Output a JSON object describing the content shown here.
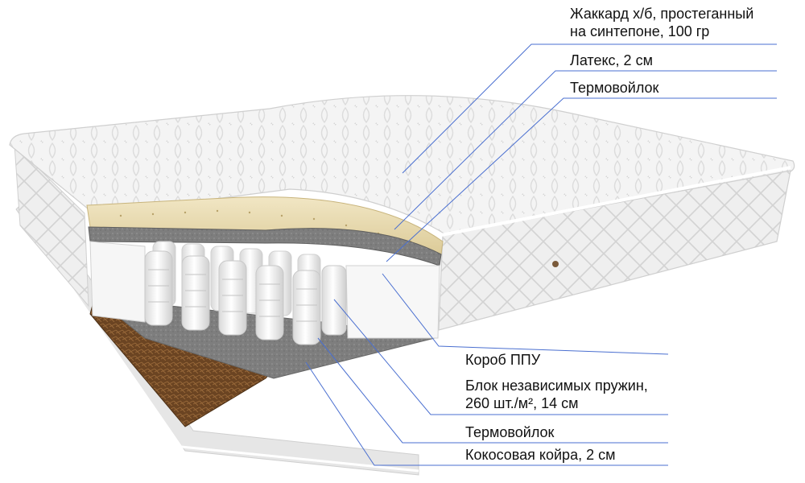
{
  "labels_top": [
    {
      "lines": [
        "Жаккард х/б, простеганный",
        "на синтепоне, 100 гр"
      ]
    },
    {
      "lines": [
        "Латекс, 2 см"
      ]
    },
    {
      "lines": [
        "Термовойлок"
      ]
    }
  ],
  "labels_bottom": [
    {
      "lines": [
        "Короб ППУ"
      ]
    },
    {
      "lines": [
        "Блок независимых пружин,",
        "260 шт./м², 14 см"
      ]
    },
    {
      "lines": [
        "Термовойлок"
      ]
    },
    {
      "lines": [
        "Кокосовая койра, 2 см"
      ]
    }
  ],
  "colors": {
    "leader_line": "#4a6fd0",
    "fabric": "#f2f2f2",
    "latex": "#e9dcb6",
    "felt": "#7b7b7b",
    "coir": "#6b4422",
    "foam": "#f7f7f7"
  }
}
